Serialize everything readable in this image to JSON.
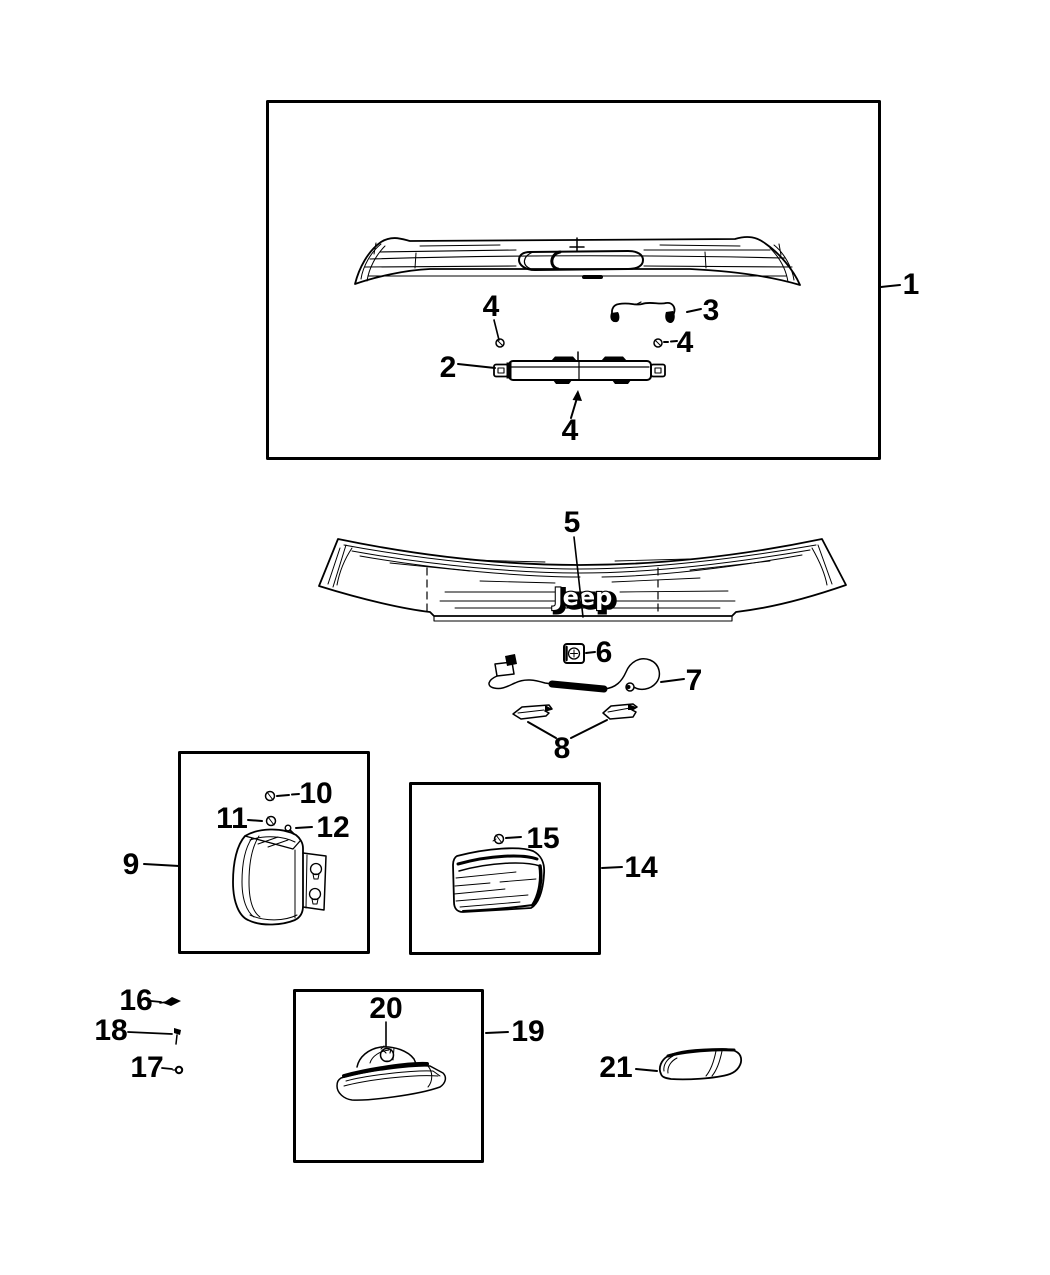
{
  "figure": {
    "kind": "vehicle-parts-line-diagram",
    "background_color": "#ffffff",
    "line_color": "#000000"
  },
  "badge": {
    "text": "Jeep"
  },
  "callouts": [
    {
      "id": "4-spoiler-screw-left",
      "label": "4"
    },
    {
      "id": "3-bracket",
      "label": "3"
    },
    {
      "id": "4-spoiler-screw-right",
      "label": "4"
    },
    {
      "id": "2-chmsl-lamp",
      "label": "2"
    },
    {
      "id": "4-chmsl-screw-bottom",
      "label": "4"
    },
    {
      "id": "1-spoiler-assembly",
      "label": "1"
    },
    {
      "id": "5-applique",
      "label": "5"
    },
    {
      "id": "6-clip",
      "label": "6"
    },
    {
      "id": "7-wiring",
      "label": "7"
    },
    {
      "id": "8-brackets",
      "label": "8"
    },
    {
      "id": "10-screw",
      "label": "10"
    },
    {
      "id": "11-screw",
      "label": "11"
    },
    {
      "id": "12-pin",
      "label": "12"
    },
    {
      "id": "9-tail-lamp-assembly",
      "label": "9"
    },
    {
      "id": "15-screw",
      "label": "15"
    },
    {
      "id": "14-inner-lamp-assembly",
      "label": "14"
    },
    {
      "id": "16-fastener",
      "label": "16"
    },
    {
      "id": "18-screw",
      "label": "18"
    },
    {
      "id": "17-grommet",
      "label": "17"
    },
    {
      "id": "20-bulb",
      "label": "20"
    },
    {
      "id": "19-backup-lamp-assembly",
      "label": "19"
    },
    {
      "id": "21-reflector",
      "label": "21"
    }
  ]
}
